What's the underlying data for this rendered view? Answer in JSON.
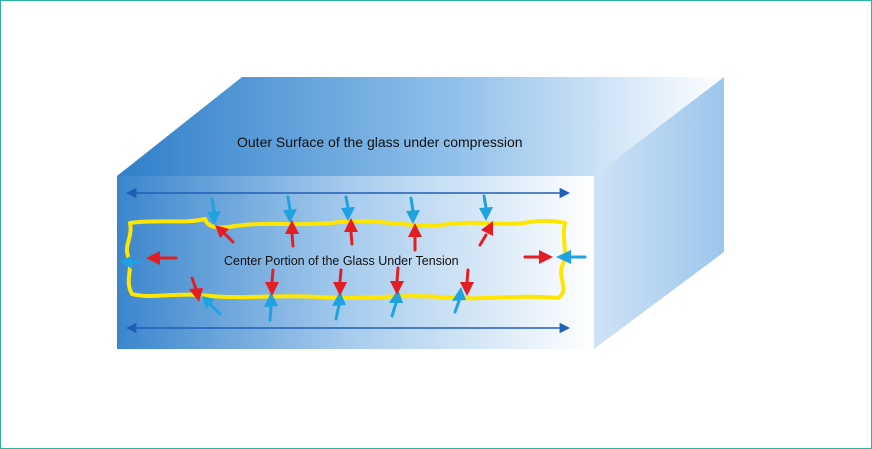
{
  "labels": {
    "outer_surface": "Outer Surface of the glass under compression",
    "center_portion": "Center Portion of the Glass Under Tension"
  },
  "colors": {
    "frame_border": "#2bb3a3",
    "glass_dark": "#2f7fc9",
    "glass_light": "#ffffff",
    "compression_arrow": "#1fa3e0",
    "tension_arrow": "#e31d24",
    "tension_boundary": "#ffe600",
    "surface_arrow": "#1f5fb8"
  },
  "icons": {
    "compression": "blue-inward-arrow",
    "tension": "red-outward-arrow"
  }
}
